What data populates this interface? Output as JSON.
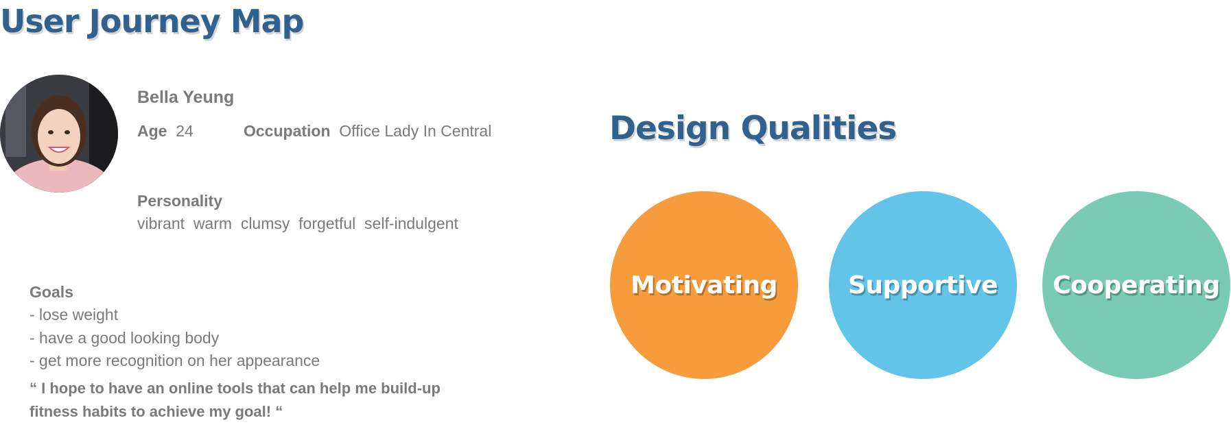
{
  "page": {
    "title": "User Journey Map"
  },
  "persona": {
    "name": "Bella Yeung",
    "age_label": "Age",
    "age": "24",
    "occupation_label": "Occupation",
    "occupation": "Office Lady In Central",
    "personality_label": "Personality",
    "personality": "vibrant  warm  clumsy  forgetful  self-indulgent",
    "goals_label": "Goals",
    "goals": [
      "- lose weight",
      "- have a good looking body",
      "- get more recognition on her appearance"
    ],
    "quote_line1": "“ I hope to have an online tools that can help me build-up",
    "quote_line2": "fitness habits to achieve my goal! “"
  },
  "design_qualities": {
    "title": "Design Qualities",
    "items": [
      {
        "label": "Motivating",
        "color": "#f79c3c"
      },
      {
        "label": "Supportive",
        "color": "#62c4e8"
      },
      {
        "label": "Cooperating",
        "color": "#78cbb2"
      }
    ]
  }
}
